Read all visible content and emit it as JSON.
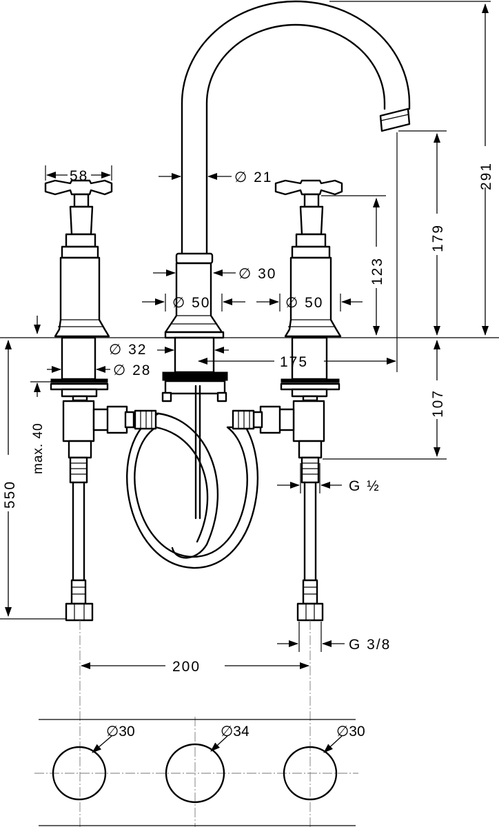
{
  "dimensions": {
    "handle_width": "58",
    "spout_tube_diameter": "∅ 21",
    "spout_base_diameter": "∅ 30",
    "spout_body_diameter": "∅ 50",
    "valve_body_diameter": "∅ 50",
    "shank_outer_diameter": "∅ 32",
    "shank_inner_diameter": "∅ 28",
    "spout_projection": "175",
    "valve_height": "123",
    "spout_outlet_height": "179",
    "total_height": "291",
    "under_deck_depth": "107",
    "hose_length": "550",
    "deck_thickness": "max. 40",
    "outlet_thread": "G ½",
    "connection_thread": "G 3/8",
    "center_distance": "200",
    "hole_left": "∅30",
    "hole_center": "∅34",
    "hole_right": "∅30"
  }
}
